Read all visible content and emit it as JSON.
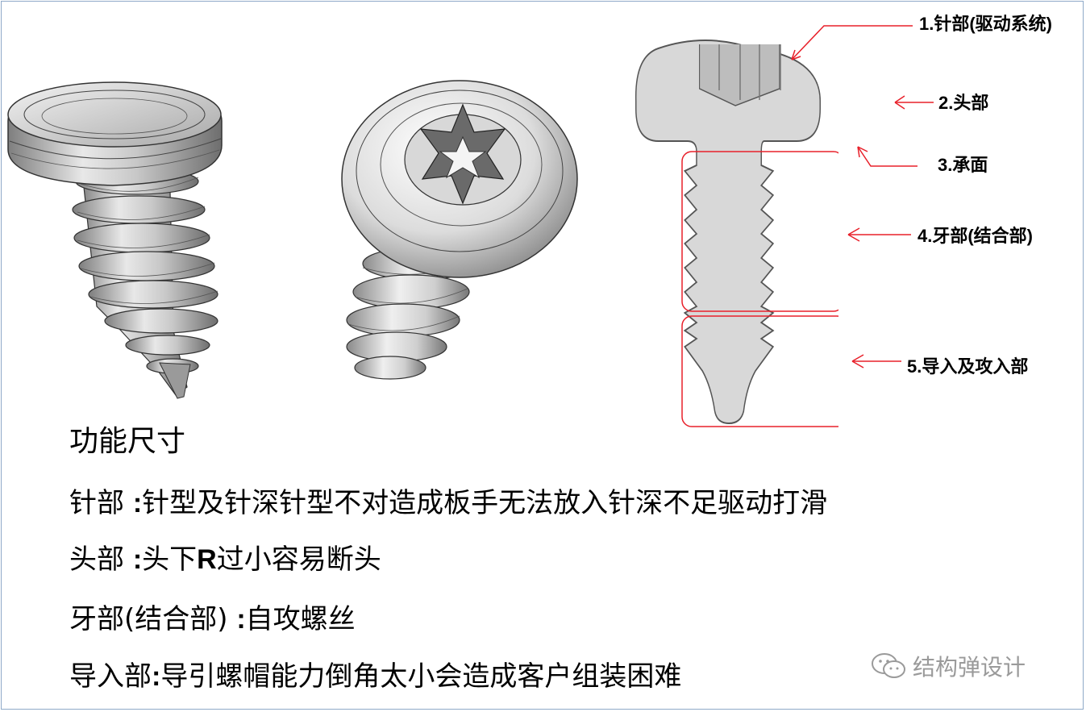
{
  "callouts": [
    {
      "num": "1.",
      "text": "针部(驱动系统)"
    },
    {
      "num": "2.",
      "text": "头部"
    },
    {
      "num": "3.",
      "text": "承面"
    },
    {
      "num": "4.",
      "text": "牙部(结合部)"
    },
    {
      "num": "5.",
      "text": "导入及攻入部"
    }
  ],
  "heading": "功能尺寸",
  "descriptions": [
    {
      "label": "针部 ",
      "sep": ":",
      "pre": "针型及针深针型不对造成板手无法放入针深不足驱动打滑",
      "strong": "",
      "post": ""
    },
    {
      "label": "头部 ",
      "sep": ":",
      "pre": "头下",
      "strong": "R",
      "post": "过小容易断头"
    },
    {
      "label": "牙部(结合部) ",
      "sep": ":",
      "pre": "自攻螺丝",
      "strong": "",
      "post": ""
    },
    {
      "label": "导入部",
      "sep": ":",
      "pre": "导引螺帽能力倒角太小会造成客户组装困难",
      "strong": "",
      "post": ""
    }
  ],
  "watermark": "结构弹设计",
  "colors": {
    "accent": "#e8202a",
    "section_fill": "#d8d8d8",
    "outline": "#555555",
    "frame": "#8ea9c8",
    "watermark": "#9a9a9a"
  }
}
